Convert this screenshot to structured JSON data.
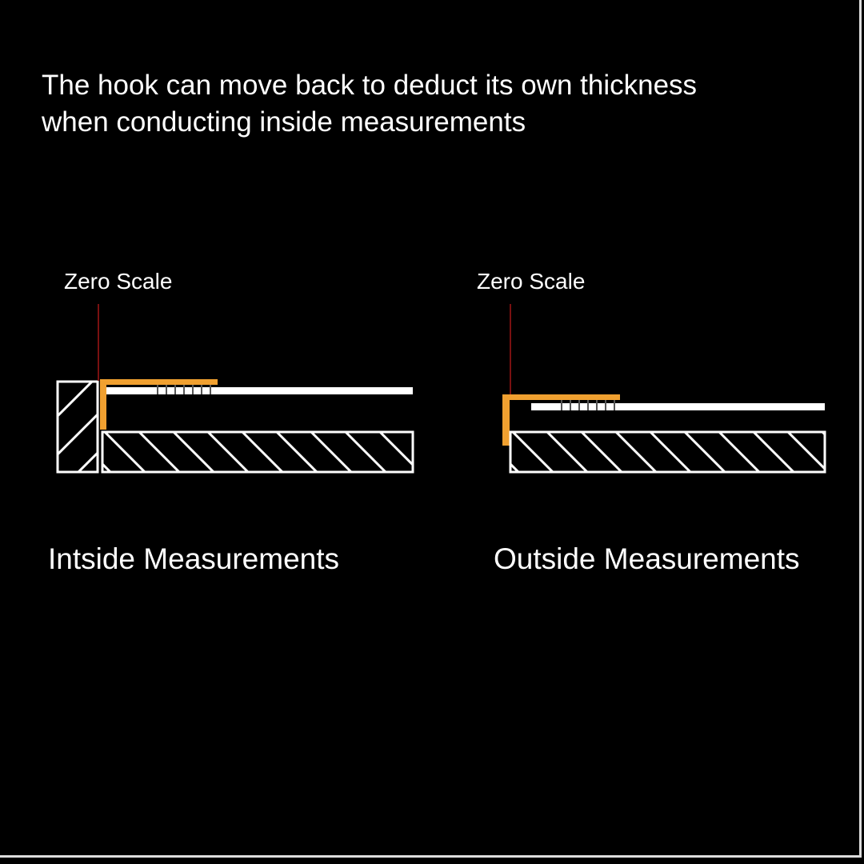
{
  "title": {
    "line1": "The hook can move back to deduct its own thickness",
    "line2": "when conducting inside measurements"
  },
  "diagrams": [
    {
      "zero_label": "Zero Scale",
      "caption": "Intside Measurements"
    },
    {
      "zero_label": "Zero Scale",
      "caption": "Outside Measurements"
    }
  ],
  "colors": {
    "hook": "#f0a030",
    "zero_line": "#7a1010",
    "lines": "#ffffff",
    "background": "#000000"
  }
}
